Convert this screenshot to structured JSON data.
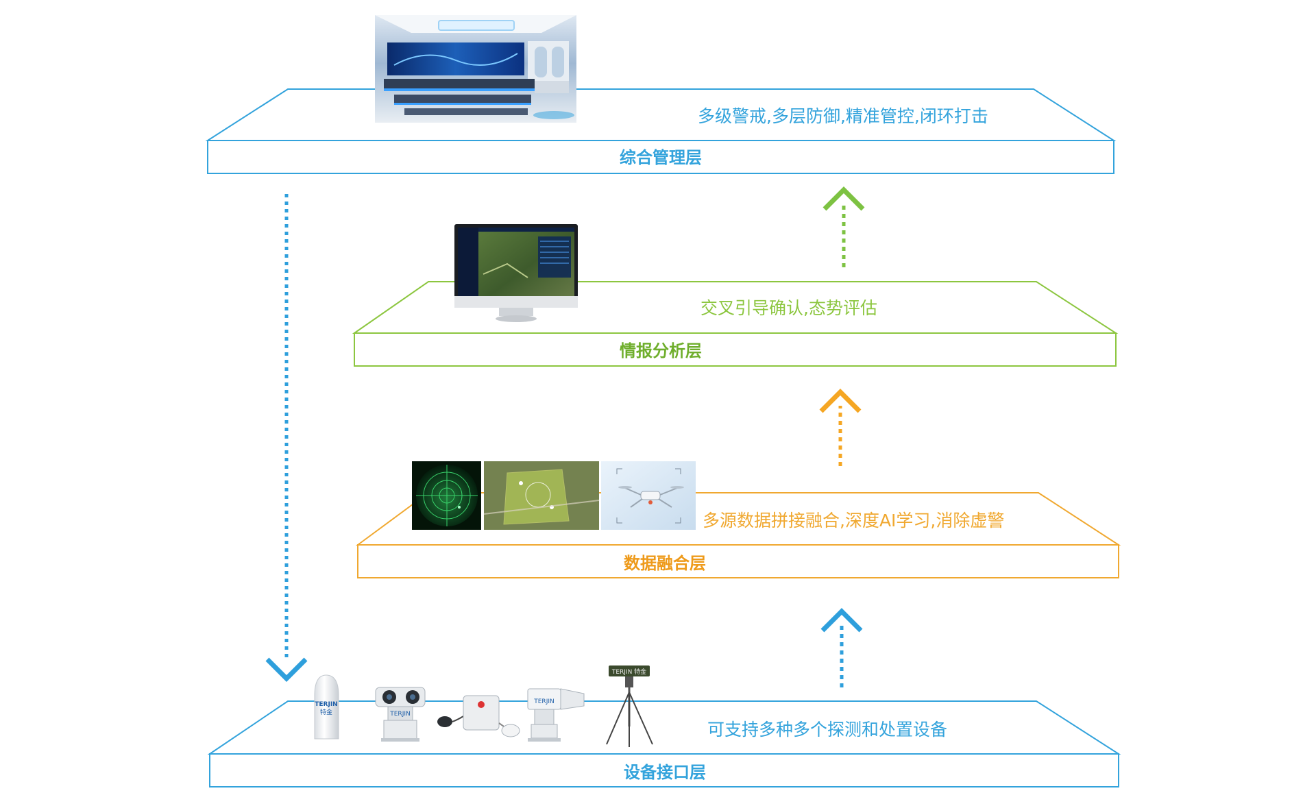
{
  "colors": {
    "blue": "#33a3dc",
    "green": "#8cc63f",
    "orange": "#f0a830",
    "arrow_blue": "#2e9fdc",
    "arrow_green": "#7dc242",
    "arrow_orange": "#f5a623"
  },
  "layers": [
    {
      "key": "management",
      "title": "综合管理层",
      "description": "多级警戒,多层防御,精准管控,闭环打击",
      "image": "control-room-photo"
    },
    {
      "key": "intelligence",
      "title": "情报分析层",
      "description": "交叉引导确认,态势评估",
      "image": "monitor-map-screen"
    },
    {
      "key": "fusion",
      "title": "数据融合层",
      "description": "多源数据拼接融合,深度AI学习,消除虚警",
      "images": [
        "radar-scope",
        "satellite-map",
        "drone-capture"
      ]
    },
    {
      "key": "device",
      "title": "设备接口层",
      "description": "可支持多种多个探测和处置设备",
      "devices": [
        "radome",
        "dual-camera-turret",
        "sensor-box",
        "radar-turret",
        "tripod-jammer"
      ]
    }
  ],
  "device_labels": {
    "radome_brand": "TERJIN",
    "radome_brand_cn": "特金",
    "turret_brand": "TERJIN",
    "turret_brand2": "TERJIN",
    "tripod_brand": "TERJIN 特金"
  }
}
